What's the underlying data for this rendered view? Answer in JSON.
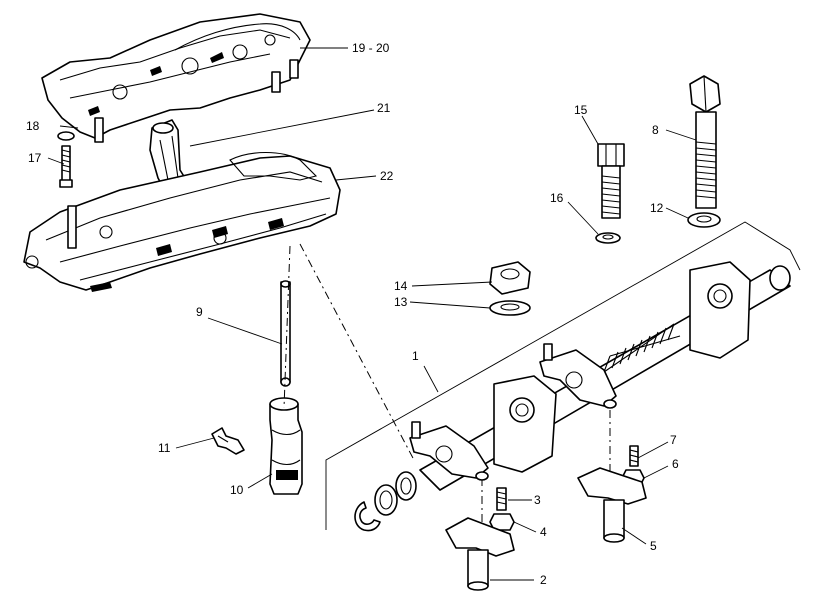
{
  "callouts": [
    {
      "key": "c1",
      "text": "1"
    },
    {
      "key": "c2",
      "text": "2"
    },
    {
      "key": "c3",
      "text": "3"
    },
    {
      "key": "c4",
      "text": "4"
    },
    {
      "key": "c5",
      "text": "5"
    },
    {
      "key": "c6",
      "text": "6"
    },
    {
      "key": "c7",
      "text": "7"
    },
    {
      "key": "c8",
      "text": "8"
    },
    {
      "key": "c9",
      "text": "9"
    },
    {
      "key": "c10",
      "text": "10"
    },
    {
      "key": "c11",
      "text": "11"
    },
    {
      "key": "c12",
      "text": "12"
    },
    {
      "key": "c13",
      "text": "13"
    },
    {
      "key": "c14",
      "text": "14"
    },
    {
      "key": "c15",
      "text": "15"
    },
    {
      "key": "c16",
      "text": "16"
    },
    {
      "key": "c17",
      "text": "17"
    },
    {
      "key": "c18",
      "text": "18"
    },
    {
      "key": "c19_20",
      "text": "19 - 20"
    },
    {
      "key": "c21",
      "text": "21"
    },
    {
      "key": "c22",
      "text": "22"
    }
  ]
}
